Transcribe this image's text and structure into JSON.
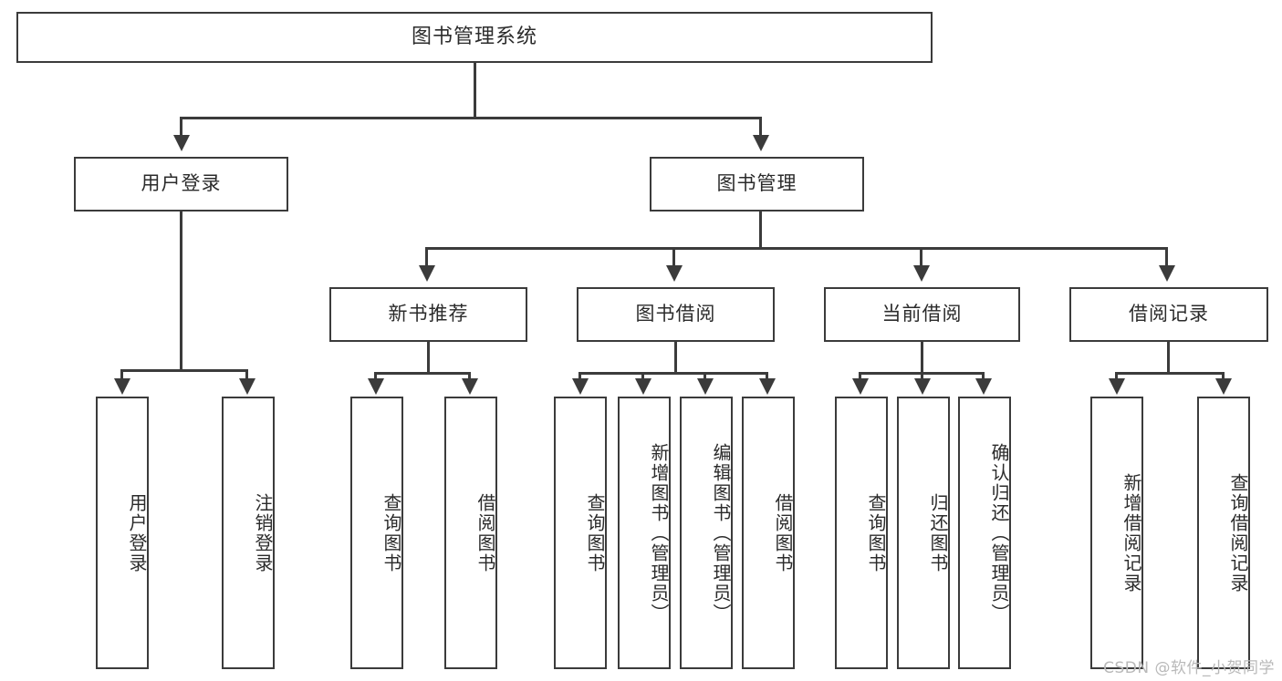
{
  "diagram": {
    "type": "tree",
    "title": "图书管理系统",
    "root": {
      "label": "图书管理系统"
    },
    "level2": [
      {
        "label": "用户登录"
      },
      {
        "label": "图书管理"
      }
    ],
    "level3": [
      {
        "label": "新书推荐"
      },
      {
        "label": "图书借阅"
      },
      {
        "label": "当前借阅"
      },
      {
        "label": "借阅记录"
      }
    ],
    "leaves": {
      "user_login": [
        {
          "label": "用户登录"
        },
        {
          "label": "注销登录"
        }
      ],
      "new_book_recommend": [
        {
          "label": "查询图书"
        },
        {
          "label": "借阅图书"
        }
      ],
      "book_borrow": [
        {
          "label": "查询图书"
        },
        {
          "label": "新增图书（管理员）"
        },
        {
          "label": "编辑图书（管理员）"
        },
        {
          "label": "借阅图书"
        }
      ],
      "current_borrow": [
        {
          "label": "查询图书"
        },
        {
          "label": "归还图书"
        },
        {
          "label": "确认归还（管理员）"
        }
      ],
      "borrow_record": [
        {
          "label": "新增借阅记录"
        },
        {
          "label": "查询借阅记录"
        }
      ]
    }
  },
  "watermark": {
    "text": "CSDN @软件_小贺同学"
  },
  "colors": {
    "stroke": "#3b3b3b",
    "text": "#2b2b2b",
    "background": "#ffffff",
    "watermark": "#b9b9b9"
  }
}
